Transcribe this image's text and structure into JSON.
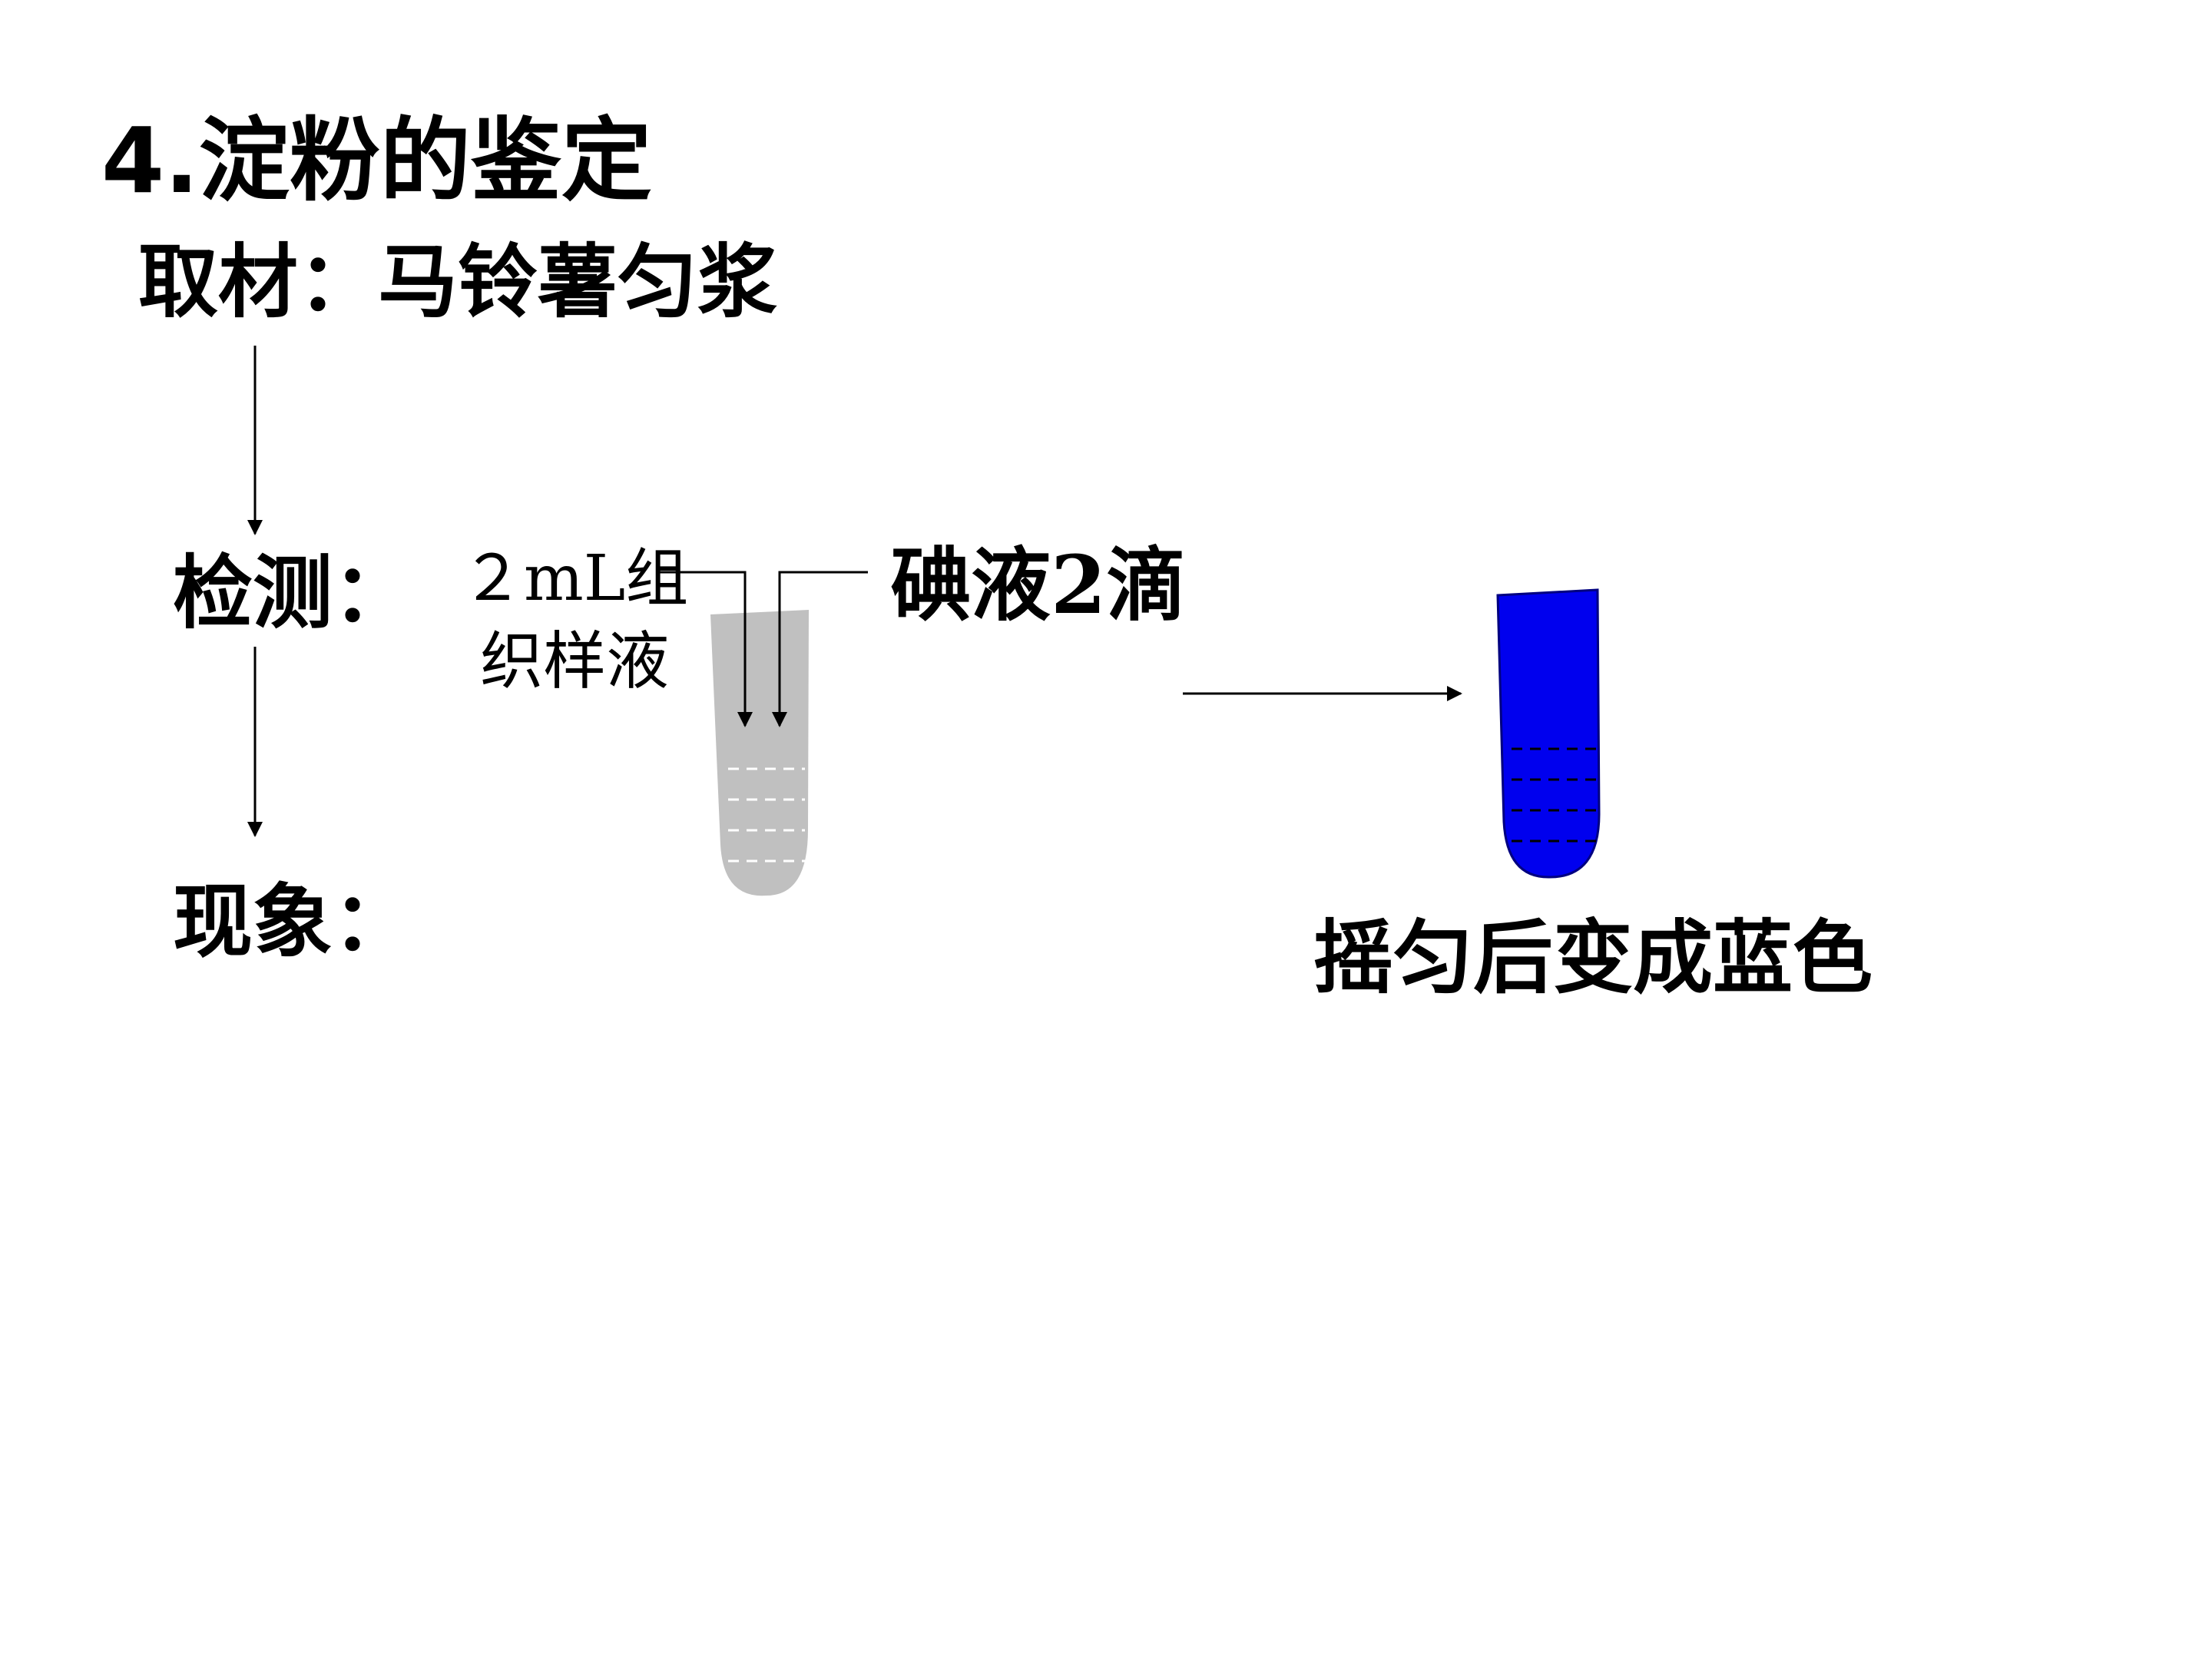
{
  "slide": {
    "title": "4.淀粉的鉴定",
    "material": "取材：马铃薯匀浆",
    "detect_label": "检测：",
    "phenomenon_label": "现象：",
    "sample": {
      "line1": "２mL组",
      "line2": "织样液"
    },
    "reagent": "碘液2滴",
    "result": "摇匀后变成蓝色"
  },
  "colors": {
    "sample_tube_fill": "#c0c0c0",
    "result_tube_fill": "#0000ee",
    "result_tube_stroke": "#000080",
    "sample_level_dashes": "#ffffff",
    "result_level_dashes": "#000000",
    "arrow": "#000000"
  },
  "icons": {
    "sample_tube": "test-tube-icon",
    "result_tube": "test-tube-icon"
  }
}
